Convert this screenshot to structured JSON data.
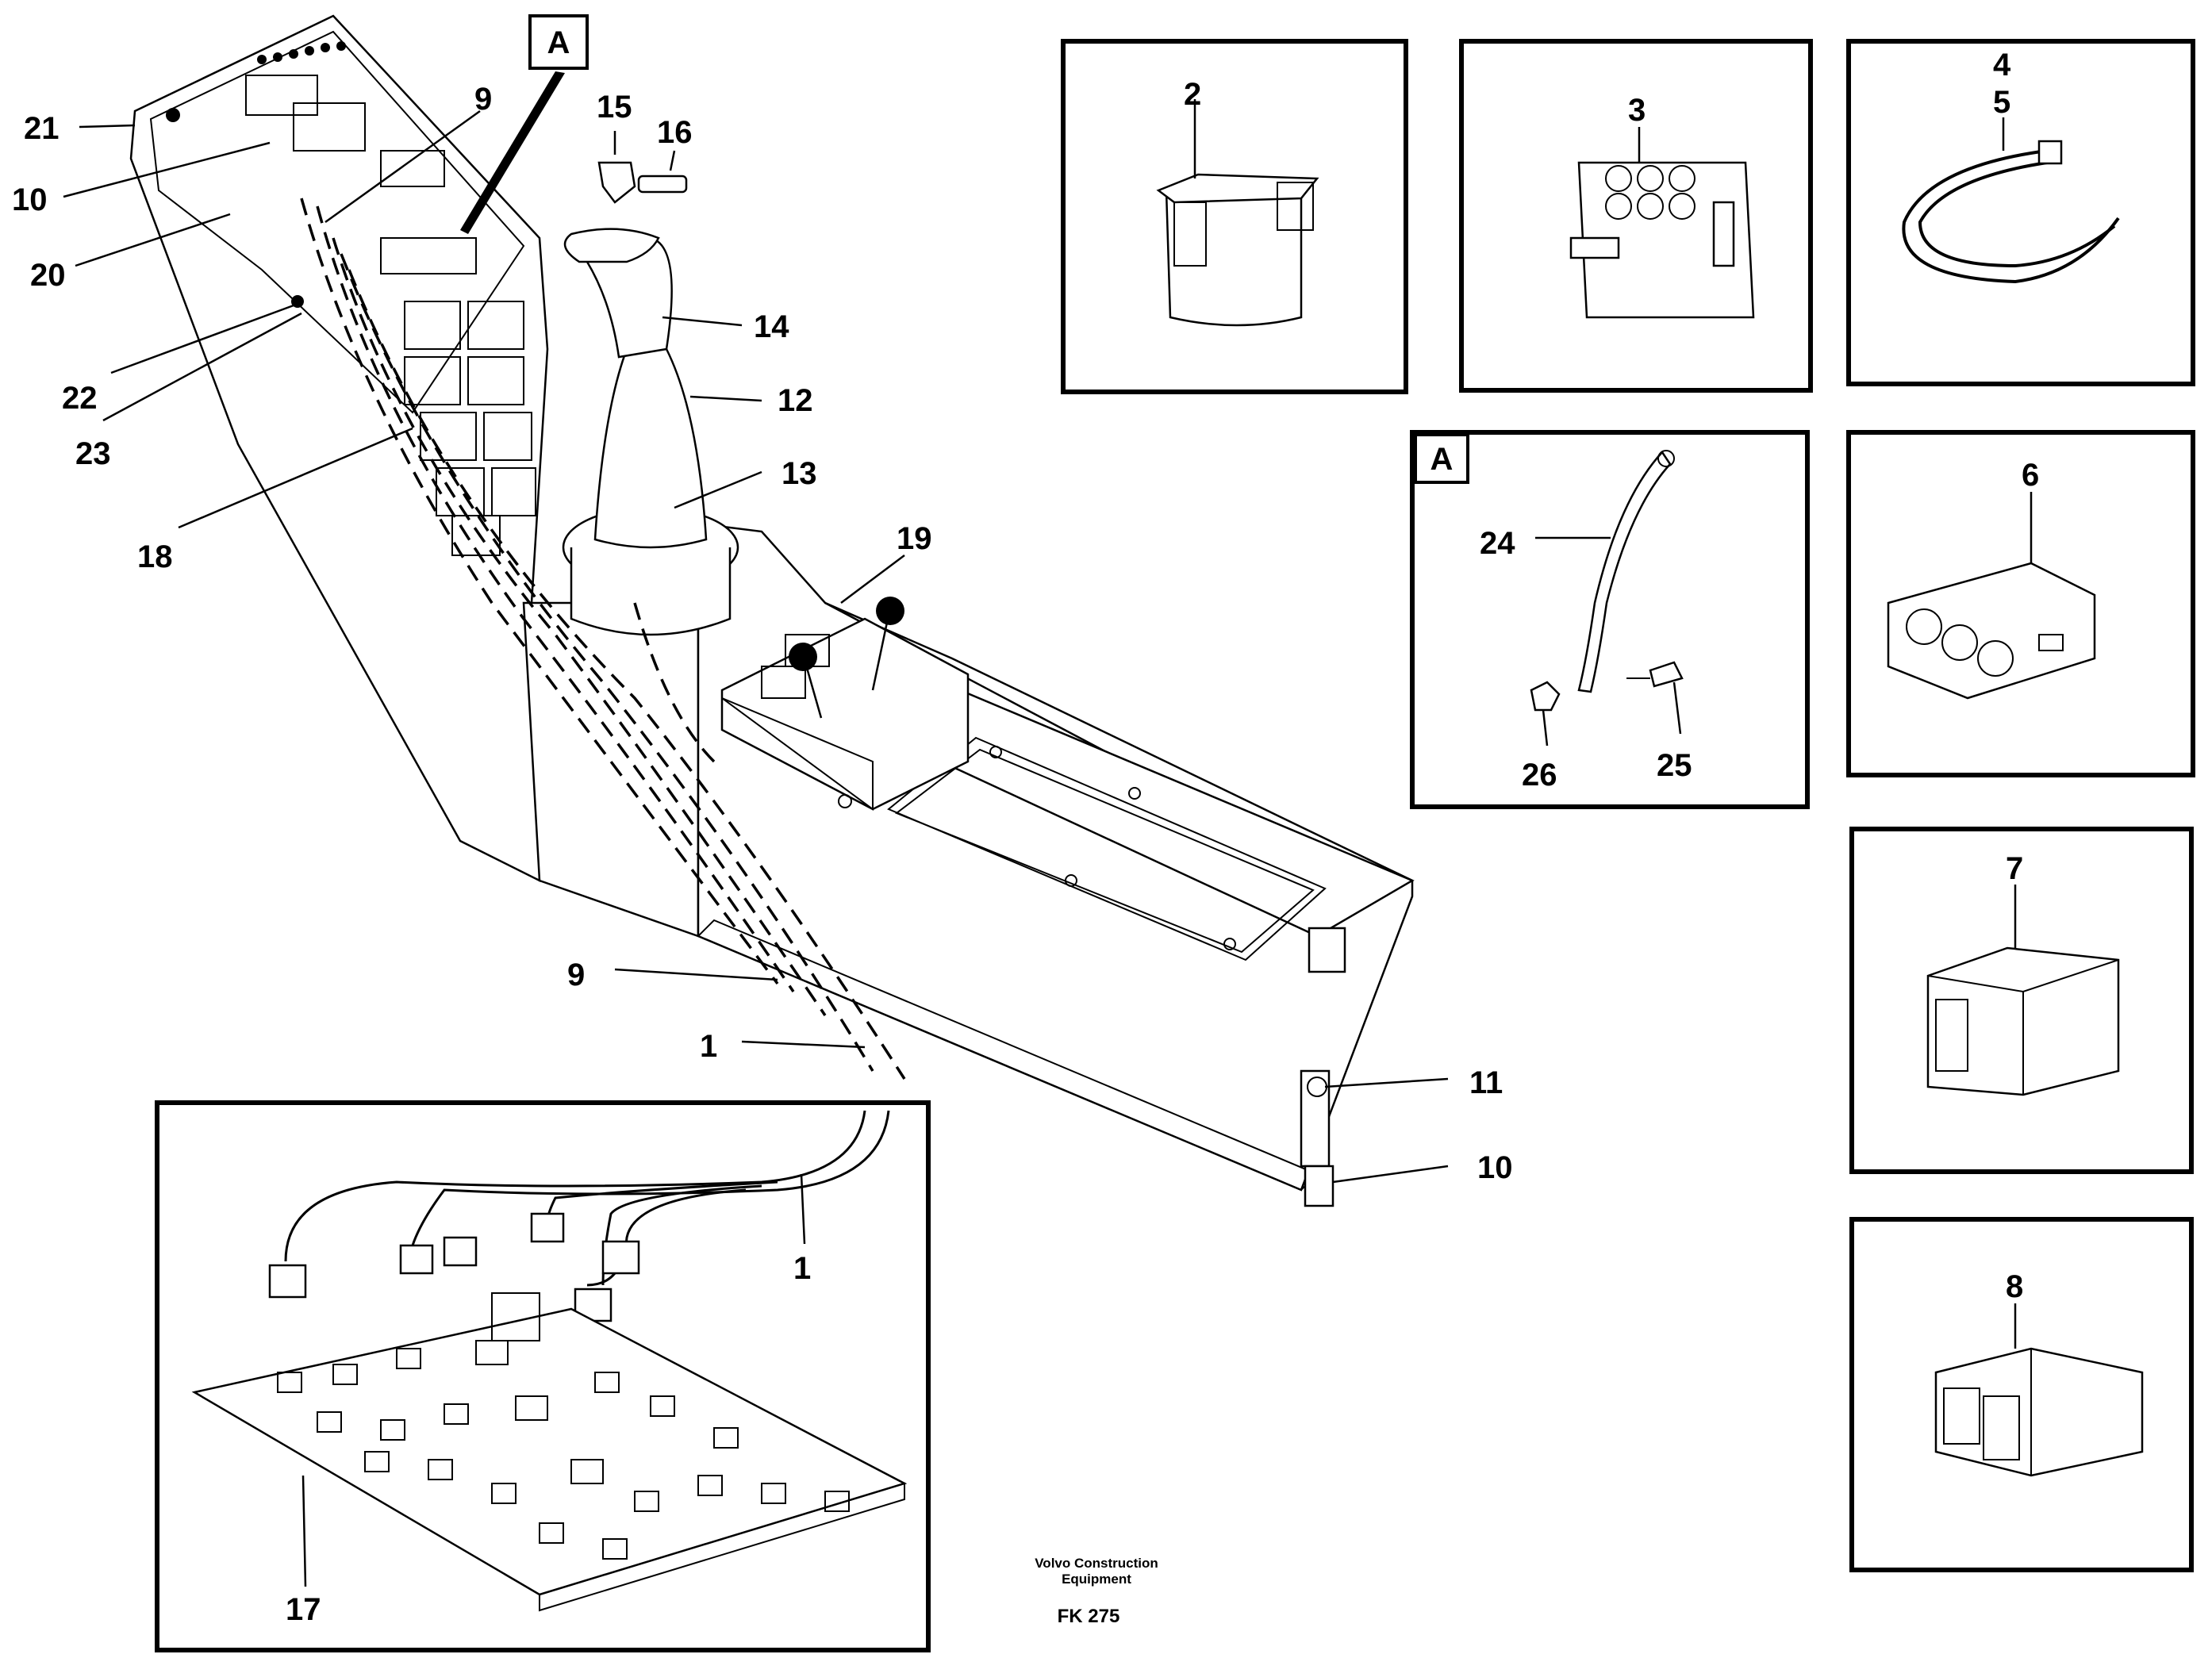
{
  "diagram": {
    "callouts": {
      "c1_main": "1",
      "c1_inset": "1",
      "c2": "2",
      "c3": "3",
      "c4": "4",
      "c5": "5",
      "c6": "6",
      "c7": "7",
      "c8": "8",
      "c9_top": "9",
      "c9_bottom": "9",
      "c10_top": "10",
      "c10_bottom": "10",
      "c11": "11",
      "c12": "12",
      "c13": "13",
      "c14": "14",
      "c15": "15",
      "c16": "16",
      "c17": "17",
      "c18": "18",
      "c19": "19",
      "c20": "20",
      "c21": "21",
      "c22": "22",
      "c23": "23",
      "c24": "24",
      "c25": "25",
      "c26": "26"
    },
    "detail_badge": "A",
    "detail_badge_inset": "A",
    "credit_line1": "Volvo Construction",
    "credit_line2": "Equipment",
    "figure_code": "FK 275"
  }
}
